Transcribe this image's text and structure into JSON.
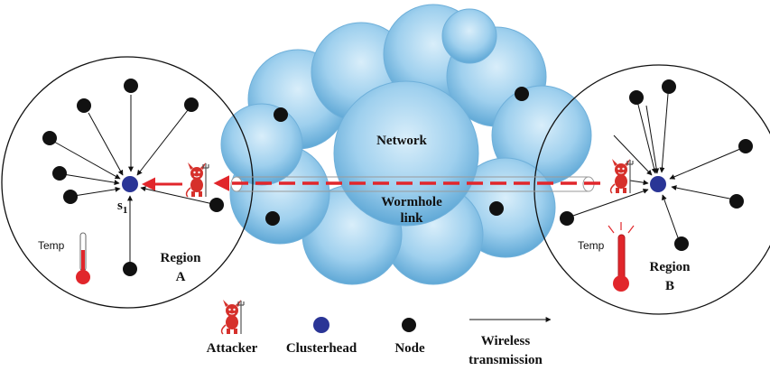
{
  "labels": {
    "network": "Network",
    "wormhole_line1": "Wormhole",
    "wormhole_line2": "link",
    "s1_main": "s",
    "s1_sub": "1",
    "temp_a": "Temp",
    "temp_b": "Temp",
    "region_a_line1": "Region",
    "region_a_line2": "A",
    "region_b_line1": "Region",
    "region_b_line2": "B"
  },
  "legend": {
    "attacker": "Attacker",
    "clusterhead": "Clusterhead",
    "node": "Node",
    "wireless_line1": "Wireless",
    "wireless_line2": "transmission"
  },
  "colors": {
    "node": "#111111",
    "clusterhead": "#2a3596",
    "attack_arrow": "#e1262b",
    "cloud": "#8ec6e6",
    "thermometer": "#e1262b",
    "attacker": "#d6302b"
  },
  "icons": {
    "attacker": "devil-icon",
    "thermometer": "thermometer-icon"
  }
}
